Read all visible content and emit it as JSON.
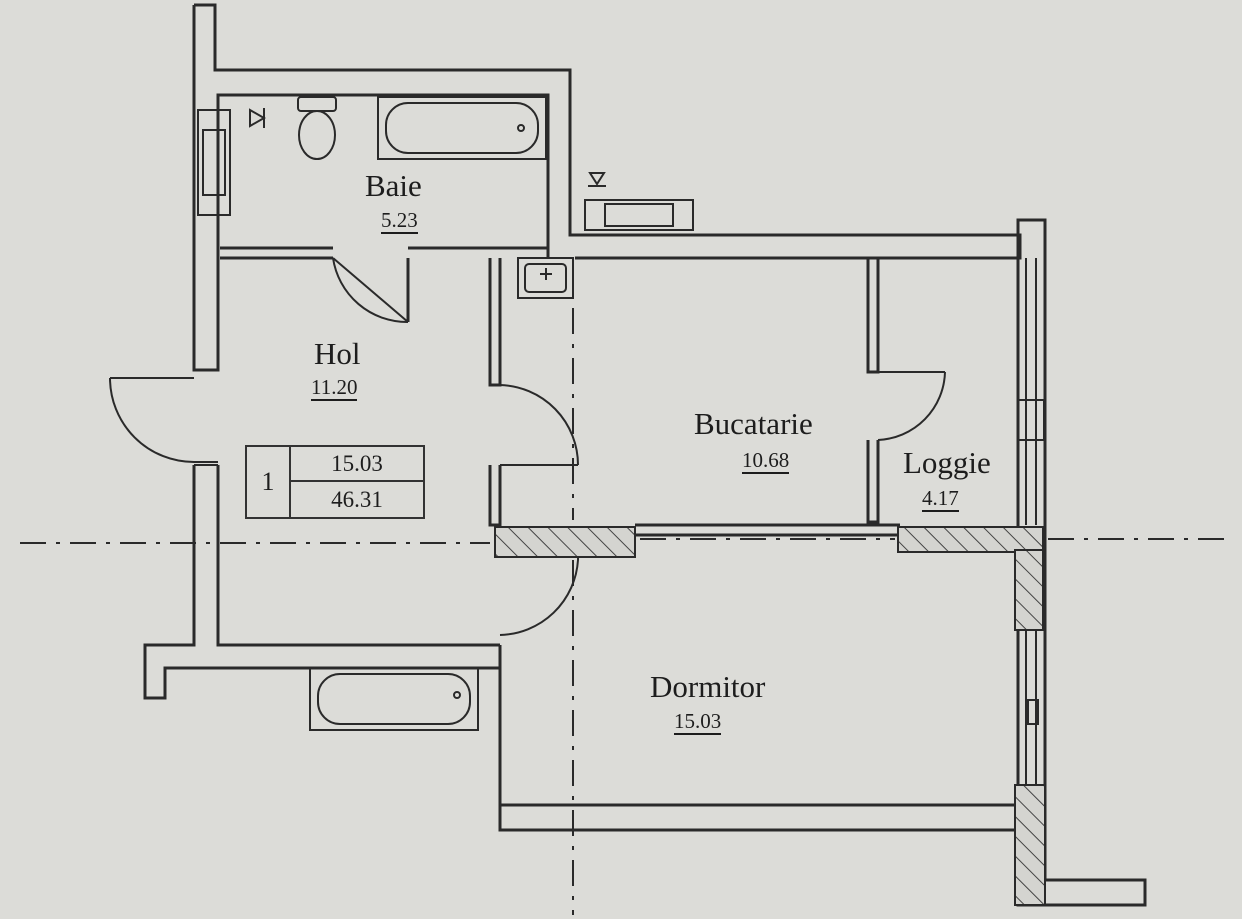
{
  "colors": {
    "paper": "#dcdcd8",
    "line": "#2a2a2a",
    "hatch": "#444444"
  },
  "rooms": {
    "baie": {
      "name": "Baie",
      "area": "5.23"
    },
    "hol": {
      "name": "Hol",
      "area": "11.20"
    },
    "bucatarie": {
      "name": "Bucatarie",
      "area": "10.68"
    },
    "loggie": {
      "name": "Loggie",
      "area": "4.17"
    },
    "dormitor": {
      "name": "Dormitor",
      "area": "15.03"
    }
  },
  "summary": {
    "number": "1",
    "living_area": "15.03",
    "total_area": "46.31"
  },
  "icons": [
    "toilet-icon",
    "bathtub-icon",
    "sink-icon",
    "radiator-icon",
    "vent-symbol-icon",
    "door-swing-icon"
  ]
}
